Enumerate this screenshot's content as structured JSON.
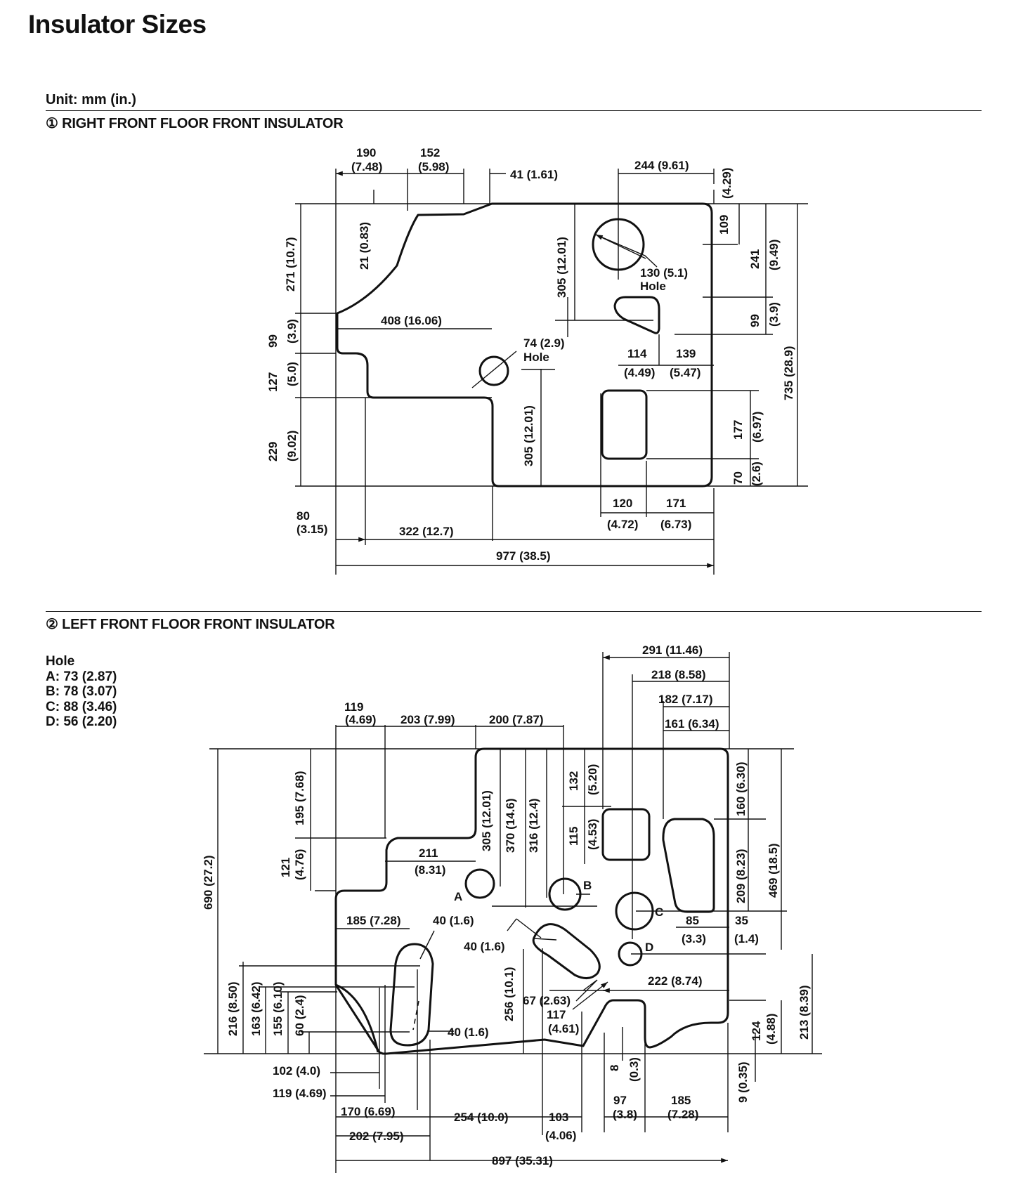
{
  "page": {
    "title": "Insulator Sizes",
    "unit": "Unit: mm (in.)",
    "section1": "① RIGHT FRONT FLOOR FRONT INSULATOR",
    "section2": "② LEFT FRONT FLOOR FRONT INSULATOR"
  },
  "holes_legend": {
    "title": "Hole",
    "items": [
      "A: 73 (2.87)",
      "B: 78 (3.07)",
      "C: 88 (3.46)",
      "D: 56 (2.20)"
    ]
  },
  "diagram1_labels": {
    "d190": "190",
    "d190in": "(7.48)",
    "d152": "152",
    "d152in": "(5.98)",
    "d41": "41 (1.61)",
    "d244": "244 (9.61)",
    "d4_29": "(4.29)",
    "d21": "21 (0.83)",
    "d271": "271 (10.7)",
    "d305a": "305 (12.01)",
    "d109": "109",
    "d241": "241",
    "d949": "(9.49)",
    "h130": "130 (5.1)",
    "hole": "Hole",
    "d99r": "99",
    "d39r": "(3.9)",
    "d99l": "99",
    "d39l": "(3.9)",
    "d408": "408 (16.06)",
    "h74": "74 (2.9)",
    "d114": "114",
    "d449": "(4.49)",
    "d139": "139",
    "d547": "(5.47)",
    "d127": "127",
    "d50": "(5.0)",
    "d229": "229",
    "d902": "(9.02)",
    "d305b": "305 (12.01)",
    "d177": "177",
    "d697": "(6.97)",
    "d70": "70",
    "d26": "(2.6)",
    "d735": "735 (28.9)",
    "d120": "120",
    "d472": "(4.72)",
    "d171": "171",
    "d673": "(6.73)",
    "d80": "80",
    "d315": "(3.15)",
    "d322": "322 (12.7)",
    "d977": "977 (38.5)"
  },
  "diagram2_labels": {
    "d291": "291 (11.46)",
    "d218": "218 (8.58)",
    "d182": "182 (7.17)",
    "d161": "161 (6.34)",
    "d119": "119",
    "d469in": "(4.69)",
    "d203": "203 (7.99)",
    "d200": "200 (7.87)",
    "d195": "195 (7.68)",
    "d121": "121",
    "d476": "(4.76)",
    "d211": "211",
    "d831": "(8.31)",
    "d305": "305 (12.01)",
    "d370": "370 (14.6)",
    "d316": "316 (12.4)",
    "d132": "132",
    "d520": "(5.20)",
    "d115": "115",
    "d453": "(4.53)",
    "d160": "160 (6.30)",
    "d209": "209 (8.23)",
    "d469": "469 (18.5)",
    "lA": "A",
    "lB": "B",
    "lC": "C",
    "lD": "D",
    "d690": "690 (27.2)",
    "d185a": "185 (7.28)",
    "d40a": "40 (1.6)",
    "d40b": "40 (1.6)",
    "d40c": "40 (1.6)",
    "d85": "85",
    "d33": "(3.3)",
    "d35": "35",
    "d14": "(1.4)",
    "d222": "222 (8.74)",
    "d256": "256 (10.1)",
    "d67": "67 (2.63)",
    "d117": "117",
    "d461": "(4.61)",
    "d216": "216 (8.50)",
    "d163": "163 (6.42)",
    "d155": "155 (6.10)",
    "d60": "60 (2.4)",
    "d124": "124",
    "d488": "(4.88)",
    "d213": "213 (8.39)",
    "d8": "8",
    "d03": "(0.3)",
    "d9": "9 (0.35)",
    "d102": "102 (4.0)",
    "d119b": "119 (4.69)",
    "d170": "170 (6.69)",
    "d254": "254 (10.0)",
    "d103": "103",
    "d406": "(4.06)",
    "d97": "97",
    "d38": "(3.8)",
    "d185b": "185",
    "d728": "(7.28)",
    "d202": "202 (7.95)",
    "d897": "897 (35.31)"
  }
}
